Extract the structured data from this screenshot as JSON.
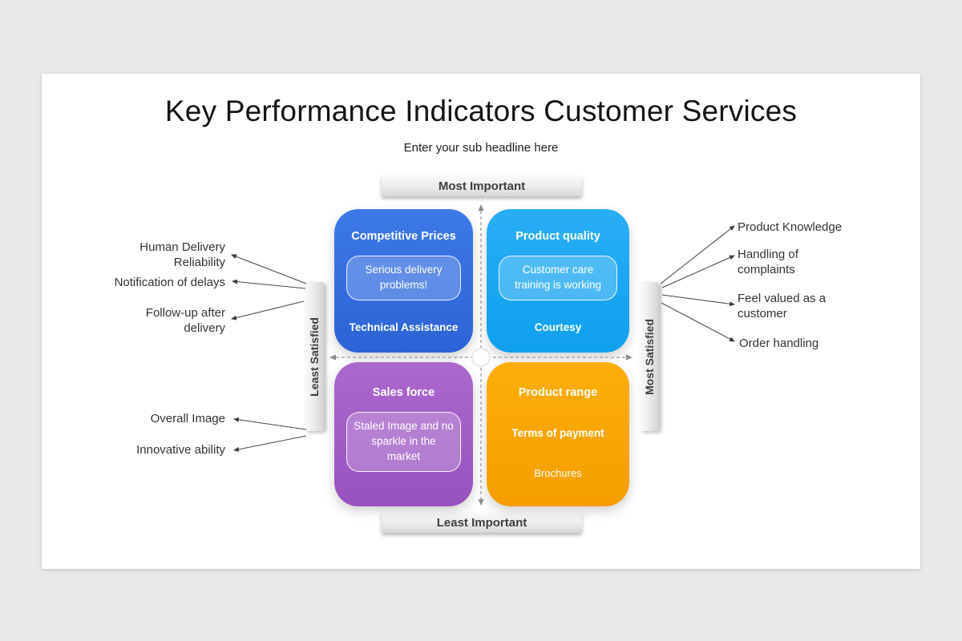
{
  "slide": {
    "title": "Key Performance Indicators Customer Services",
    "subtitle": "Enter your sub headline here"
  },
  "axes": {
    "top": "Most Important",
    "bottom": "Least Important",
    "left": "Least Satisfied",
    "right": "Most Satisfied"
  },
  "quadrants": {
    "top_left": {
      "title": "Competitive Prices",
      "callout": "Serious delivery problems!",
      "footer": "Technical Assistance",
      "color": "#3470e0"
    },
    "top_right": {
      "title": "Product quality",
      "callout": "Customer care training is working",
      "footer": "Courtesy",
      "color": "#1aa7f2"
    },
    "bottom_left": {
      "title": "Sales force",
      "callout": "Staled Image and no sparkle in the market",
      "color": "#a15cc5"
    },
    "bottom_right": {
      "items": [
        "Product range",
        "Terms of payment",
        "Brochures"
      ],
      "color": "#f9a602"
    }
  },
  "left_labels": [
    "Human Delivery Reliability",
    "Notification of delays",
    "Follow-up after delivery",
    "Overall Image",
    "Innovative ability"
  ],
  "right_labels": [
    "Product Knowledge",
    "Handling of complaints",
    "Feel valued as a customer",
    "Order handling"
  ],
  "colors": {
    "page_background": "#e8e8ea",
    "slide_background": "#ffffff",
    "bar_gradient_light": "#fbfbfb",
    "bar_gradient_dark": "#d7d7d7",
    "arrow": "#4a4a4a",
    "dashed_axis": "#999999"
  }
}
